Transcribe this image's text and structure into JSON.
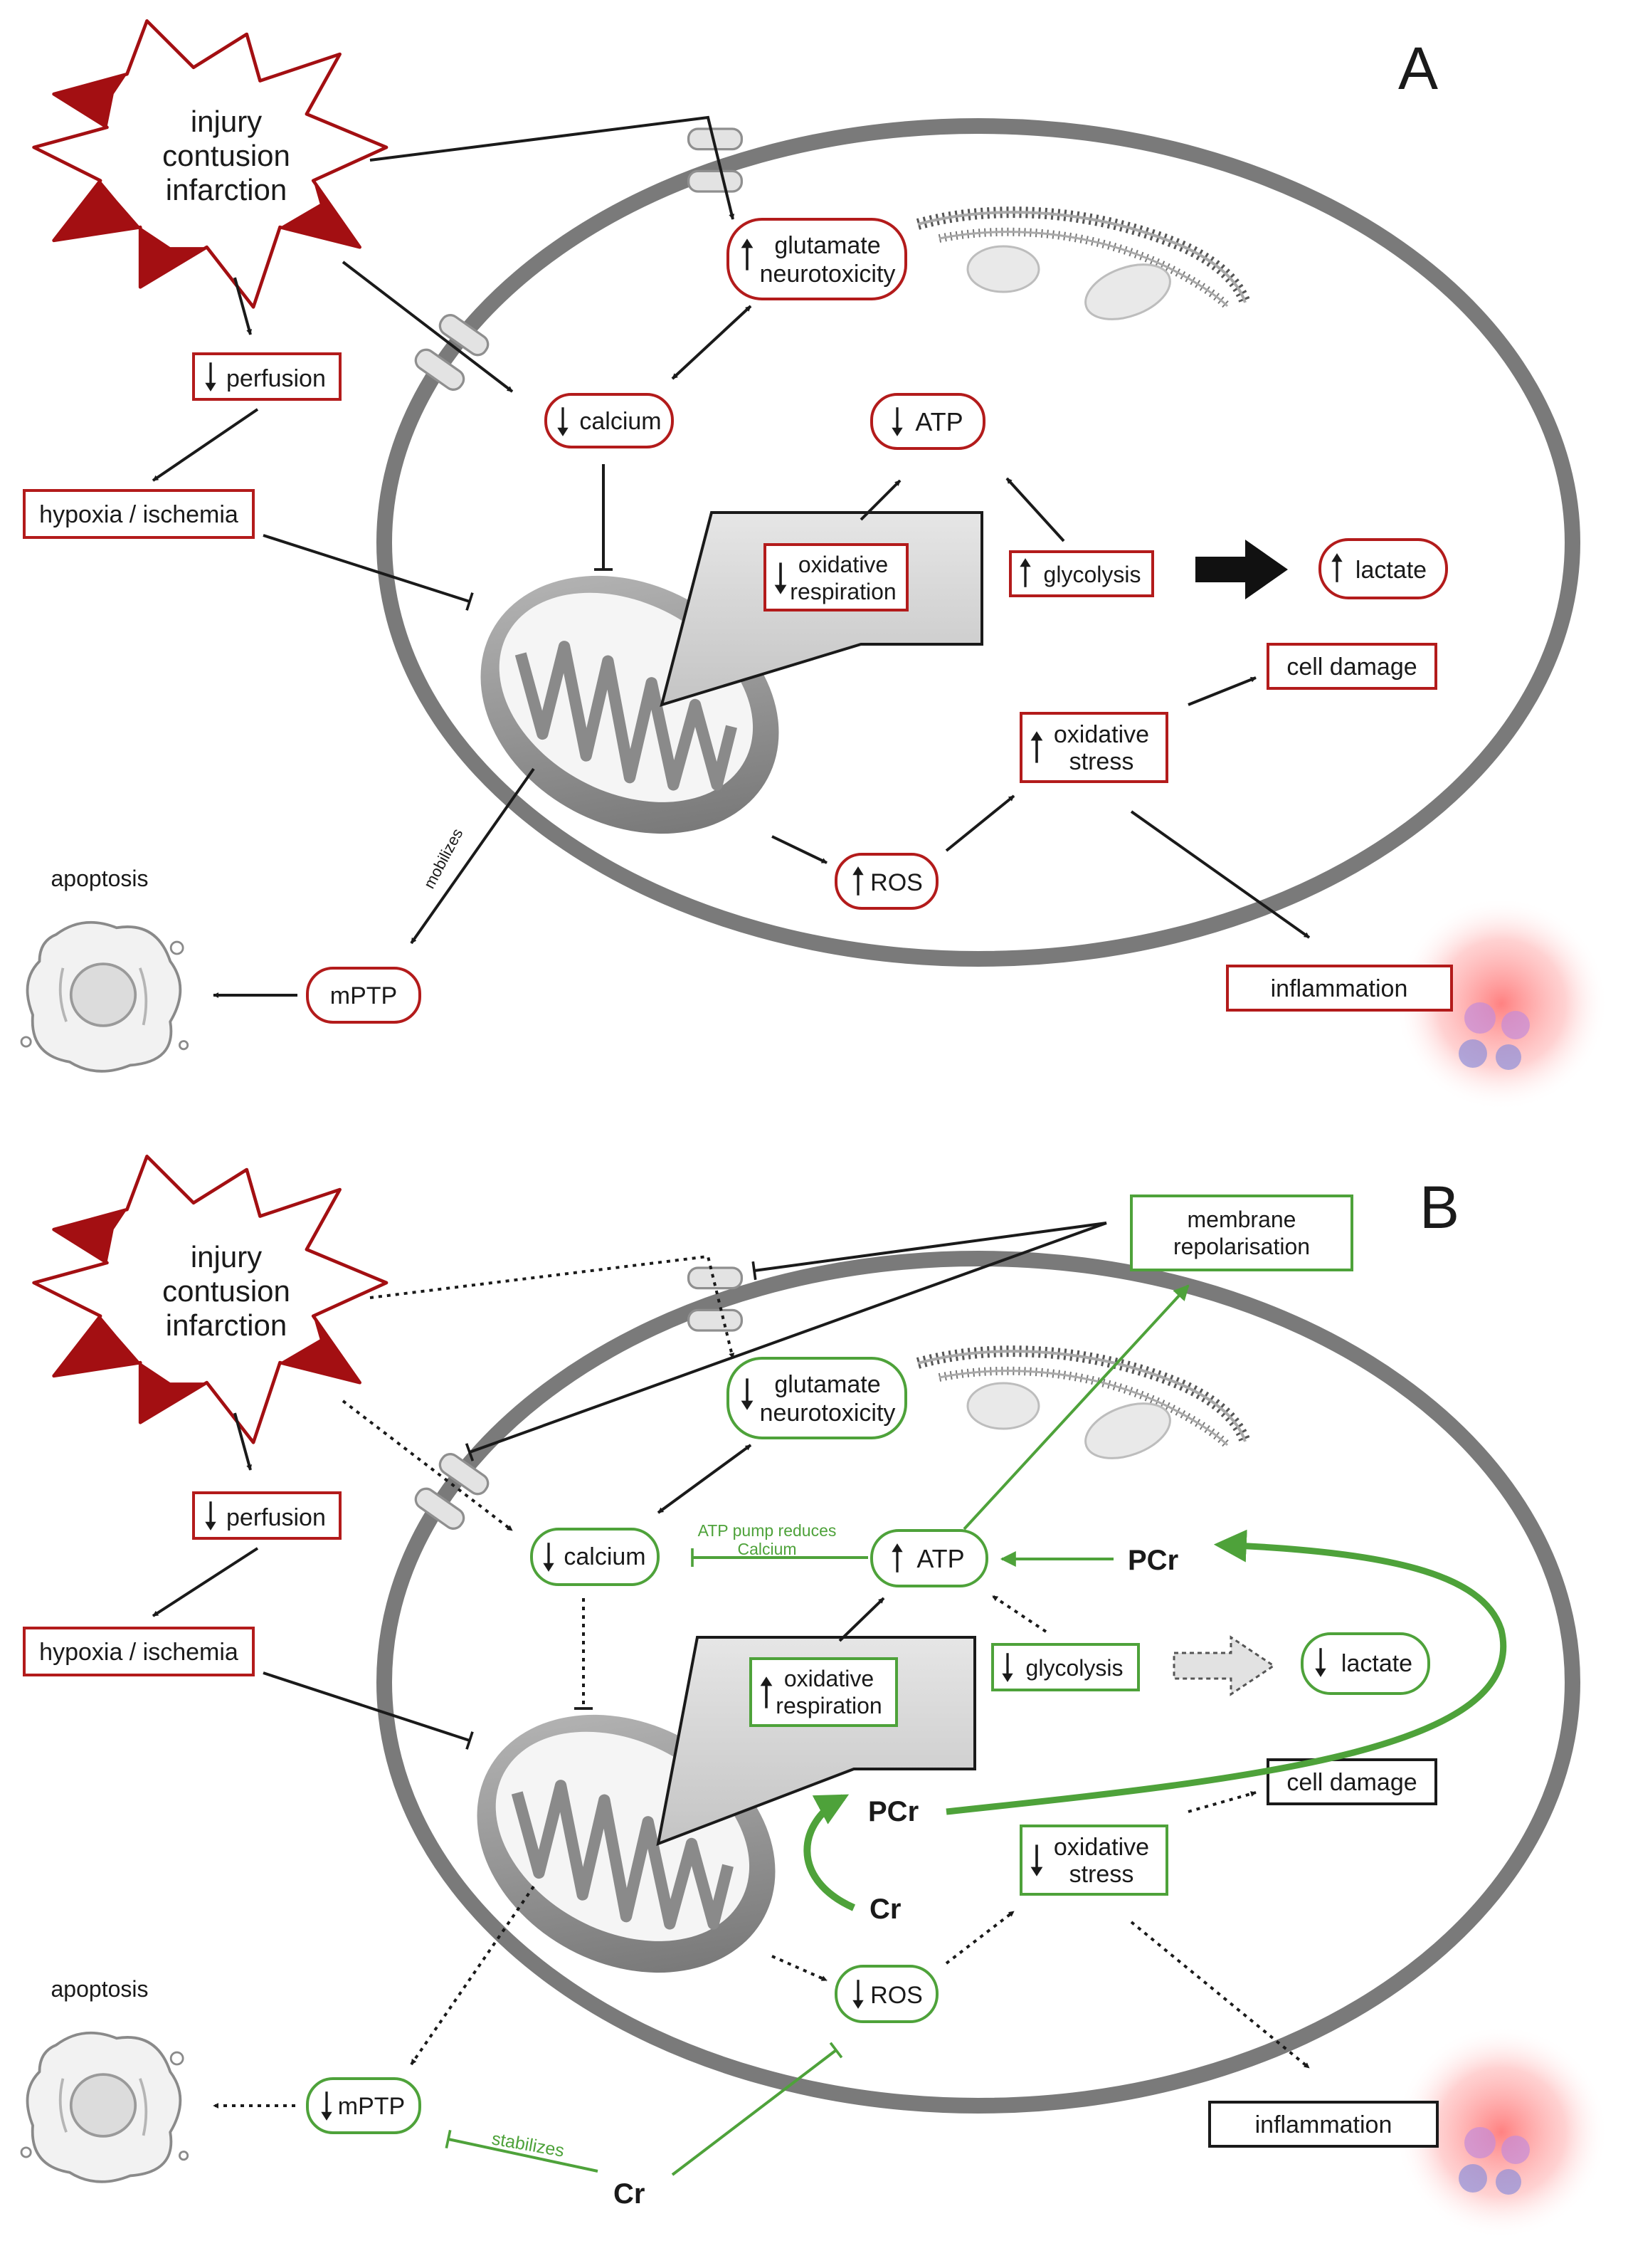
{
  "colors": {
    "red": "#b31b1b",
    "green": "#4ea23a",
    "dark": "#1a1a1a",
    "membrane": "#7a7a7a",
    "burst": "#a30f12"
  },
  "panelA": {
    "letter": "A",
    "injury": [
      "injury",
      "contusion",
      "infarction"
    ],
    "perfusion": "perfusion",
    "hypoxia": "hypoxia / ischemia",
    "glutamate": [
      "glutamate",
      "neurotoxicity"
    ],
    "calcium": "calcium",
    "atp": "ATP",
    "oxidative_respiration": [
      "oxidative",
      "respiration"
    ],
    "glycolysis": "glycolysis",
    "lactate": "lactate",
    "cell_damage": "cell damage",
    "oxidative_stress": [
      "oxidative",
      "stress"
    ],
    "ros": "ROS",
    "mptp": "mPTP",
    "apoptosis": "apoptosis",
    "inflammation": "inflammation",
    "mobilizes": "mobilizes"
  },
  "panelB": {
    "letter": "B",
    "injury": [
      "injury",
      "contusion",
      "infarction"
    ],
    "perfusion": "perfusion",
    "hypoxia": "hypoxia / ischemia",
    "membrane_repolarisation": [
      "membrane",
      "repolarisation"
    ],
    "glutamate": [
      "glutamate",
      "neurotoxicity"
    ],
    "calcium": "calcium",
    "atp_pump_note": [
      "ATP pump reduces",
      "Calcium"
    ],
    "atp": "ATP",
    "pcr_right": "PCr",
    "oxidative_respiration": [
      "oxidative",
      "respiration"
    ],
    "glycolysis": "glycolysis",
    "lactate": "lactate",
    "pcr": "PCr",
    "cr": "Cr",
    "cell_damage": "cell damage",
    "oxidative_stress": [
      "oxidative",
      "stress"
    ],
    "ros": "ROS",
    "mptp": "mPTP",
    "apoptosis": "apoptosis",
    "stabilizes": "stabilizes",
    "cr_bottom": "Cr",
    "inflammation": "inflammation"
  }
}
